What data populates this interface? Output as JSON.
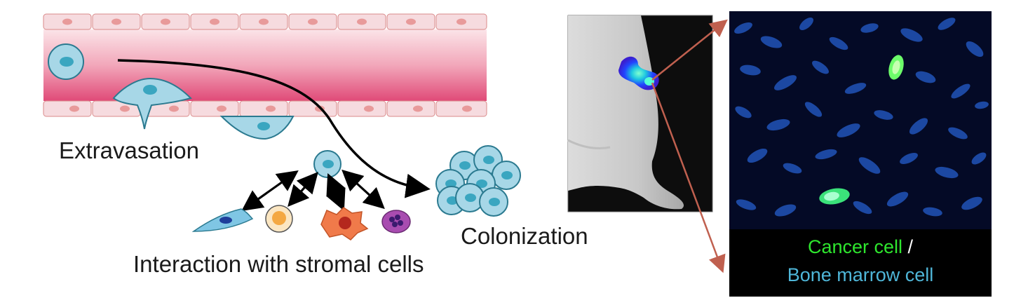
{
  "labels": {
    "extravasation": "Extravasation",
    "interaction": "Interaction with stromal cells",
    "colonization": "Colonization"
  },
  "legend": {
    "cancer_cell": "Cancer cell",
    "separator": " /",
    "bone_marrow_cell": "Bone marrow cell"
  },
  "colors": {
    "vessel_lumen_top": "#f8d6dc",
    "vessel_lumen_bottom": "#e04a78",
    "endothelium": "#f6dbdf",
    "endothelial_nucleus": "#e89a9a",
    "tumor_cell": "#a7d7e7",
    "tumor_nucleus": "#3aa6c0",
    "connector_arrow": "#c0604f",
    "cancer_cell_text": "#2ee62e",
    "bone_marrow_text": "#4fb6d8"
  }
}
